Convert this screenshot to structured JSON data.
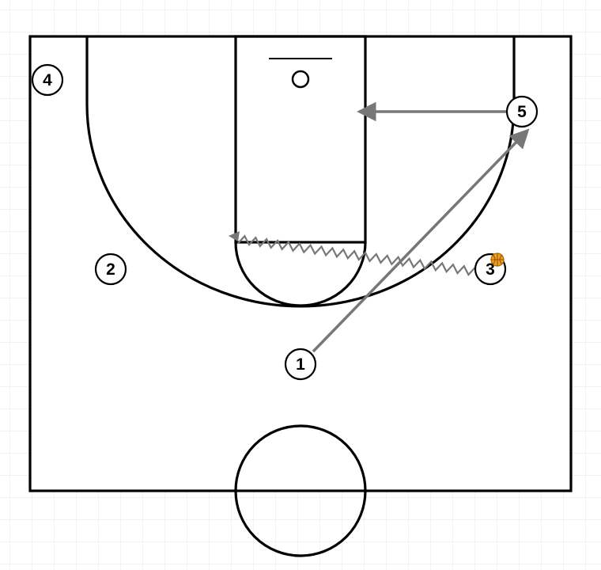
{
  "colors": {
    "background": "#ffffff",
    "grid": "#e6e6e6",
    "court_lines": "#000000",
    "action_lines": "#777777",
    "ball": "#f0a020"
  },
  "players": [
    {
      "id": "p1",
      "label": "1",
      "has_ball": false
    },
    {
      "id": "p2",
      "label": "2",
      "has_ball": false
    },
    {
      "id": "p3",
      "label": "3",
      "has_ball": true
    },
    {
      "id": "p4",
      "label": "4",
      "has_ball": false
    },
    {
      "id": "p5",
      "label": "5",
      "has_ball": false
    }
  ],
  "actions": [
    {
      "type": "cut",
      "from": "1",
      "to": "5"
    },
    {
      "type": "cut",
      "from": "5",
      "to": "lane"
    },
    {
      "type": "dribble",
      "from": "3",
      "to": "lane"
    }
  ],
  "icons": {
    "ball": "basketball-icon",
    "hoop": "hoop-icon"
  }
}
